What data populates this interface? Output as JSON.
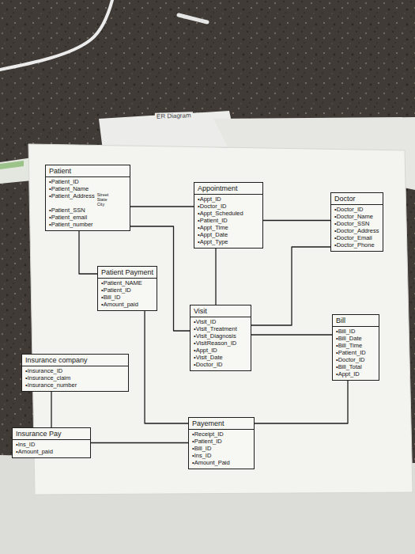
{
  "diagram": {
    "nodes": [
      {
        "text": [
          "Patient",
          "•Patient_ID",
          "•Patient_Name",
          "•Patient_Address",
          "Street State City",
          "•Patient_SSN",
          "•Patient_email",
          "•Patient_number"
        ]
      },
      {
        "text": [
          "Appointment",
          "•Appt_ID",
          "•Doctor_ID",
          "•Appt_Scheduled",
          "•Patient_ID",
          "•Appt_Time",
          "•Appt_Date",
          "•Appt_Type"
        ]
      },
      {
        "text": [
          "Doctor",
          "•Doctor_ID",
          "•Doctor_Name",
          "•Doctor_SSN",
          "•Doctor_Address",
          "•Doctor_Email",
          "•Doctor_Phone"
        ]
      },
      {
        "text": [
          "Patient Payment",
          "•Patient_NAME",
          "•Patient_ID",
          "•Bill_ID",
          "•Amount_paid"
        ]
      },
      {
        "text": [
          "Visit",
          "•Visit_ID",
          "•Visit_Treatment",
          "•Visit_Diagnosis",
          "•VisitReason_ID",
          "•Appt_ID",
          "•Visit_Date",
          "•Doctor_ID"
        ]
      },
      {
        "text": [
          "Bill",
          "•Bill_ID",
          "•Bill_Date",
          "•Bill_Time",
          "•Patient_ID",
          "•Doctor_ID",
          "•Bill_Total",
          "•Appt_ID"
        ]
      },
      {
        "text": [
          "Insurance company",
          "•Insurance_ID",
          "•Insurance_claim",
          "•Insurance_number"
        ]
      },
      {
        "text": [
          "Insurance Pay",
          "•Ins_ID",
          "•Amount_paid"
        ]
      },
      {
        "text": [
          "Payement",
          "•Receipt_ID",
          "•Patient_ID",
          "•Bill_ID",
          "•Ins_ID",
          "•Amount_Paid"
        ]
      }
    ],
    "edges": [
      {
        "from": 0,
        "to": 1,
        "arrow": "none"
      },
      {
        "from": 0,
        "to": 4,
        "arrow": "none"
      },
      {
        "from": 0,
        "to": 3,
        "arrow": "none"
      },
      {
        "from": 1,
        "to": 2,
        "arrow": "none"
      },
      {
        "from": 1,
        "to": 4,
        "arrow": "none"
      },
      {
        "from": 2,
        "to": 4,
        "arrow": "none"
      },
      {
        "from": 4,
        "to": 5,
        "arrow": "none"
      },
      {
        "from": 3,
        "to": 8,
        "arrow": "none"
      },
      {
        "from": 6,
        "to": 7,
        "arrow": "none"
      },
      {
        "from": 7,
        "to": 8,
        "arrow": "none"
      },
      {
        "from": 5,
        "to": 8,
        "arrow": "none"
      }
    ],
    "labels": [
      "ER Diagram"
    ]
  }
}
